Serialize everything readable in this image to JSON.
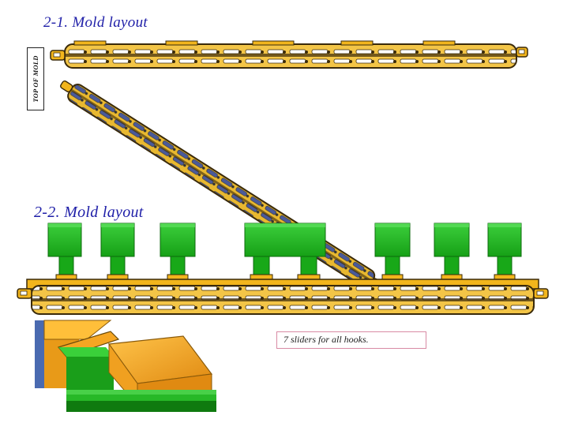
{
  "section1": {
    "title": "2-1. Mold layout",
    "side_label": "TOP OF MOLD"
  },
  "section2": {
    "title": "2-2. Mold layout",
    "slider_count": 7
  },
  "note": {
    "text": "7 sliders for all hooks."
  },
  "colors": {
    "part_yellow": "#f2b51c",
    "part_outline": "#3a2a0a",
    "part_blue": "#5060a0",
    "slider_green": "#1fb01f",
    "slider_dark_green": "#0f7a0f",
    "orange_block": "#f5a623",
    "title_blue": "#1f1fa8",
    "note_border": "#d88aa4"
  },
  "icons": [
    "mold-part-3d-render",
    "slider-block-3d-render"
  ]
}
